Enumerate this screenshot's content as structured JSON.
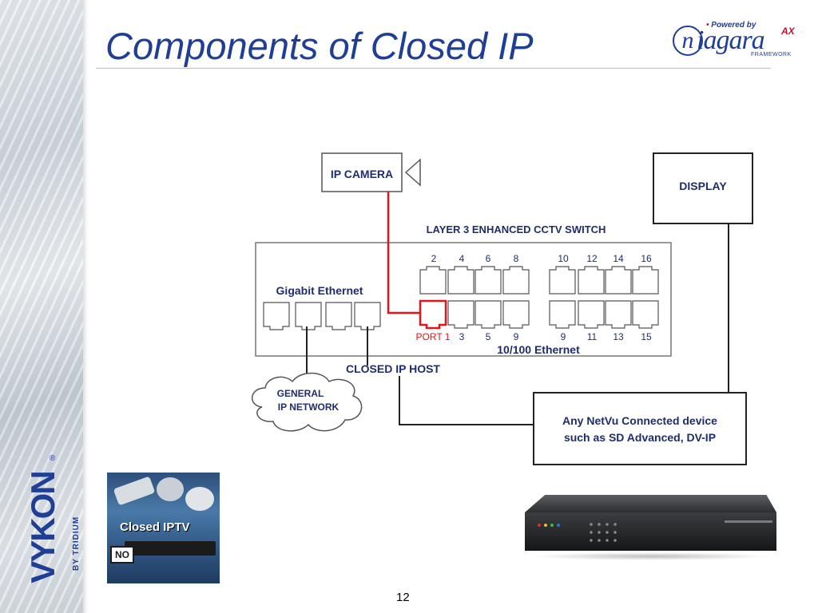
{
  "slide": {
    "title": "Components of Closed IP",
    "page_number": "12"
  },
  "logo": {
    "powered_by": "Powered by",
    "brand_n": "n",
    "brand_word": "iagara",
    "brand_suffix": "AX",
    "brand_framework": "FRAMEWORK"
  },
  "vykon_logo": {
    "name": "VYKON",
    "byline": "BY TRIDIUM",
    "registered": "®"
  },
  "iptv_image": {
    "caption": "Closed IPTV",
    "badge": "NO"
  },
  "diagram": {
    "camera_label": "IP CAMERA",
    "display_label": "DISPLAY",
    "switch_title": "LAYER 3 ENHANCED CCTV SWITCH",
    "gigabit_label": "Gigabit Ethernet",
    "fast_ethernet_label": "10/100 Ethernet",
    "port1_label": "PORT 1",
    "host_label": "CLOSED IP HOST",
    "network_line1": "GENERAL",
    "network_line2": "IP NETWORK",
    "device_line1": "Any NetVu Connected device",
    "device_line2": "such as SD Advanced, DV-IP",
    "top_port_numbers": [
      "2",
      "4",
      "6",
      "8",
      "10",
      "12",
      "14",
      "16"
    ],
    "bottom_port_numbers": [
      "3",
      "5",
      "9",
      "9",
      "11",
      "13",
      "15"
    ]
  },
  "colors": {
    "title_blue": "#1f3e96",
    "link_red": "#e0151b",
    "diagram_text": "#1f2d6b",
    "line_dark": "#222222"
  }
}
